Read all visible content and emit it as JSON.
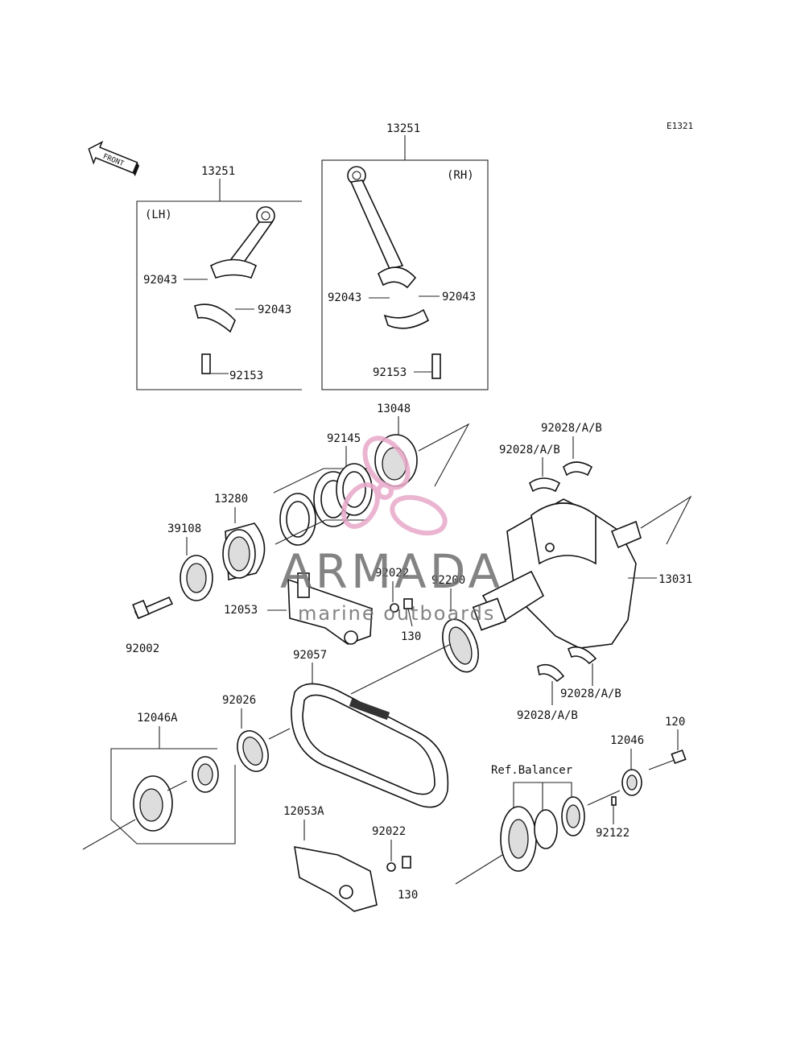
{
  "diagram_code": "E1321",
  "front_label": "FRONT",
  "lh_label": "(LH)",
  "rh_label": "(RH)",
  "watermark": {
    "brand": "ARMADA",
    "tagline": "marine outboards",
    "brand_color": "#e8a9c9"
  },
  "callouts": {
    "rod_lh": "13251",
    "rod_lh_nut_a": "92043",
    "rod_lh_nut_b": "92043",
    "rod_lh_bolt": "92153",
    "rod_rh": "13251",
    "rod_rh_nut_a": "92043",
    "rod_rh_nut_b": "92043",
    "rod_rh_bolt": "92153",
    "bearing_13048": "13048",
    "seals_92145": "92145",
    "collar_13280": "13280",
    "oilseal_39108": "39108",
    "bolt_92002": "92002",
    "guide_12053": "12053",
    "washer_92022": "92022",
    "bolt_130": "130",
    "ring_92200": "92200",
    "crank_13031": "13031",
    "bearing_upper_a": "92028/A/B",
    "bearing_upper_b": "92028/A/B",
    "bearing_lower_a": "92028/A/B",
    "bearing_lower_b": "92028/A/B",
    "chain_92057": "92057",
    "washer_92026": "92026",
    "sprocket_12046A": "12046A",
    "guide_12053A": "12053A",
    "washer_92022b": "92022",
    "bolt_130b": "130",
    "sprocket_12046": "12046",
    "bolt_120": "120",
    "key_92122": "92122",
    "ref_balancer": "Ref.Balancer"
  }
}
